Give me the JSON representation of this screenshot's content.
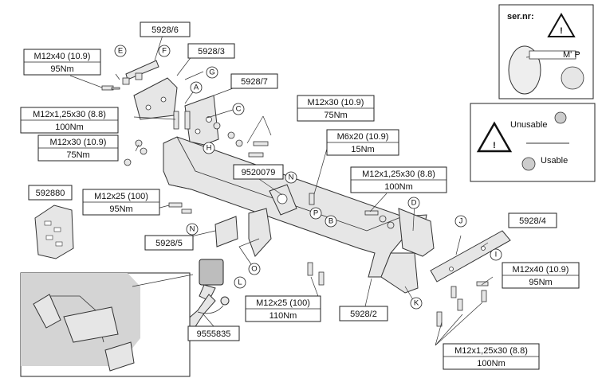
{
  "part_numbers": {
    "p5928_6": "5928/6",
    "p5928_3": "5928/3",
    "p5928_7": "5928/7",
    "p9520079": "9520079",
    "p592880": "592880",
    "p5928_5": "5928/5",
    "p9555835": "9555835",
    "p5928_2": "5928/2",
    "p5928_4": "5928/4"
  },
  "specs": [
    {
      "bolt": "M12x40 (10.9)",
      "torque": "95Nm"
    },
    {
      "bolt": "M12x1,25x30 (8.8)",
      "torque": "100Nm"
    },
    {
      "bolt": "M12x30 (10.9)",
      "torque": "75Nm"
    },
    {
      "bolt": "M12x30 (10.9)",
      "torque": "75Nm"
    },
    {
      "bolt": "M6x20 (10.9)",
      "torque": "15Nm"
    },
    {
      "bolt": "M12x1,25x30 (8.8)",
      "torque": "100Nm"
    },
    {
      "bolt": "M12x25 (100)",
      "torque": "95Nm"
    },
    {
      "bolt": "M12x40 (10.9)",
      "torque": "95Nm"
    },
    {
      "bolt": "M12x25 (100)",
      "torque": "110Nm"
    },
    {
      "bolt": "M12x1,25x30 (8.8)",
      "torque": "100Nm"
    }
  ],
  "letters": [
    "A",
    "B",
    "C",
    "D",
    "E",
    "F",
    "G",
    "H",
    "I",
    "J",
    "K",
    "L",
    "N",
    "N",
    "O",
    "P"
  ],
  "warning": {
    "ser_nr": "ser.nr:",
    "plate_text": "M' P",
    "unusable": "Unusable",
    "usable": "Usable"
  }
}
